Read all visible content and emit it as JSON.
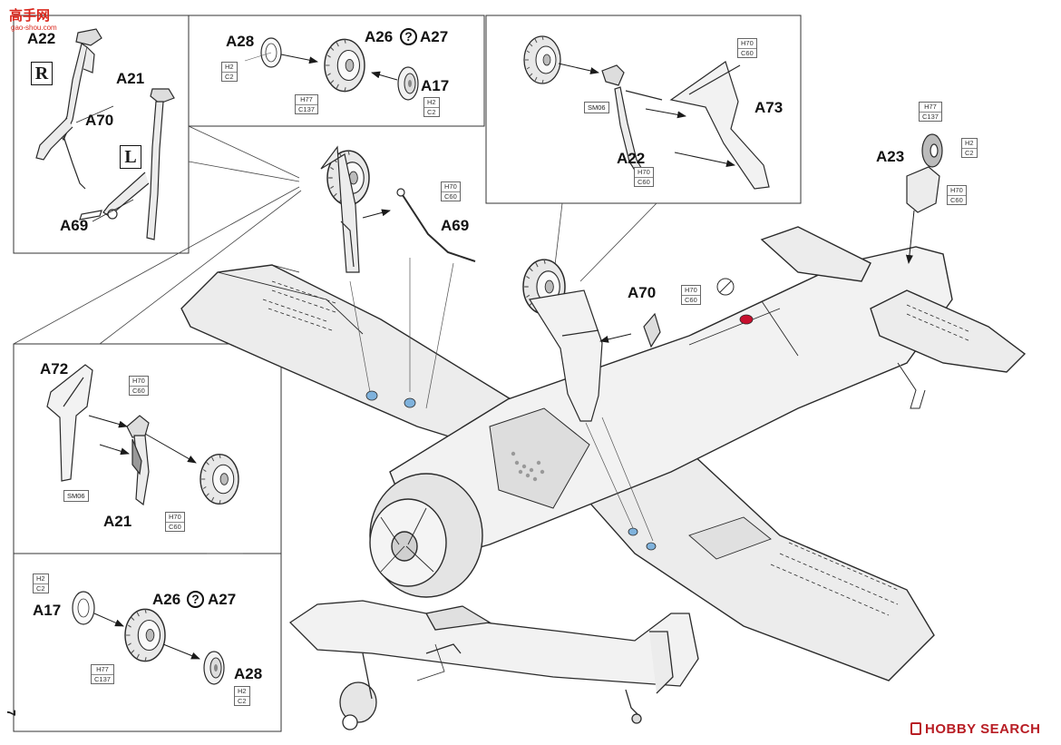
{
  "watermarks": {
    "site_name": "高手网",
    "site_url": "gao-shou.com",
    "search_brand": "HOBBY SEARCH"
  },
  "page_number": "7",
  "side_labels": {
    "right": "R",
    "left": "L"
  },
  "question_mark": "?",
  "paint_codes": {
    "h2": "H2",
    "c2": "C2",
    "h70": "H70",
    "c60": "C60",
    "h77": "H77",
    "c137": "C137",
    "sm06": "SM06"
  },
  "part_labels": {
    "a22_top": "A22",
    "a21_top": "A21",
    "a70_top": "A70",
    "a69_top": "A69",
    "a28_top": "A28",
    "a26_top": "A26",
    "a27_top": "A27",
    "a17_top": "A17",
    "a73": "A73",
    "a22_right": "A22",
    "a23": "A23",
    "a69_mid": "A69",
    "a70_mid": "A70",
    "a72": "A72",
    "a21_left": "A21",
    "a17_bot": "A17",
    "a26_bot": "A26",
    "a27_bot": "A27",
    "a28_bot": "A28"
  },
  "colors": {
    "line": "#2a2a2a",
    "fill_light": "#ececec",
    "fill_mid": "#d2d2d2",
    "accent_blue": "#7fb2dc",
    "accent_red": "#c8102e",
    "watermark_red": "#d9261c",
    "hs_red": "#b81d24"
  }
}
